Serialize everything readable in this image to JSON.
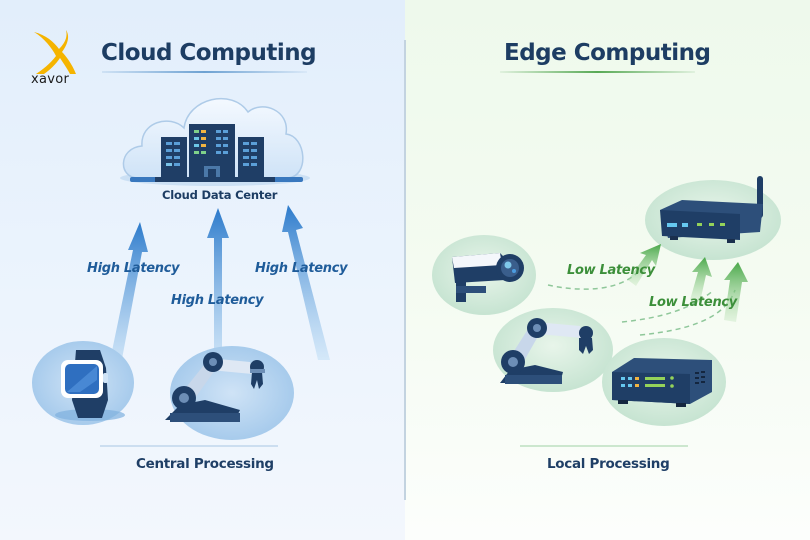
{
  "brand": {
    "logo_text": "xavor",
    "logo_color": "#f5b400"
  },
  "left": {
    "title": "Cloud Computing",
    "data_center_label": "Cloud Data Center",
    "latency_labels": [
      "High Latency",
      "High Latency",
      "High Latency"
    ],
    "devices": [
      "smartwatch",
      "robotic-arm"
    ],
    "caption": "Central Processing",
    "accent": "#2f7fcf"
  },
  "right": {
    "title": "Edge Computing",
    "latency_labels": [
      "Low Latency",
      "Low Latency"
    ],
    "devices": [
      "security-camera",
      "robotic-arm",
      "edge-server"
    ],
    "gateway": "edge-router",
    "caption": "Local Processing",
    "accent": "#4aa84a"
  }
}
